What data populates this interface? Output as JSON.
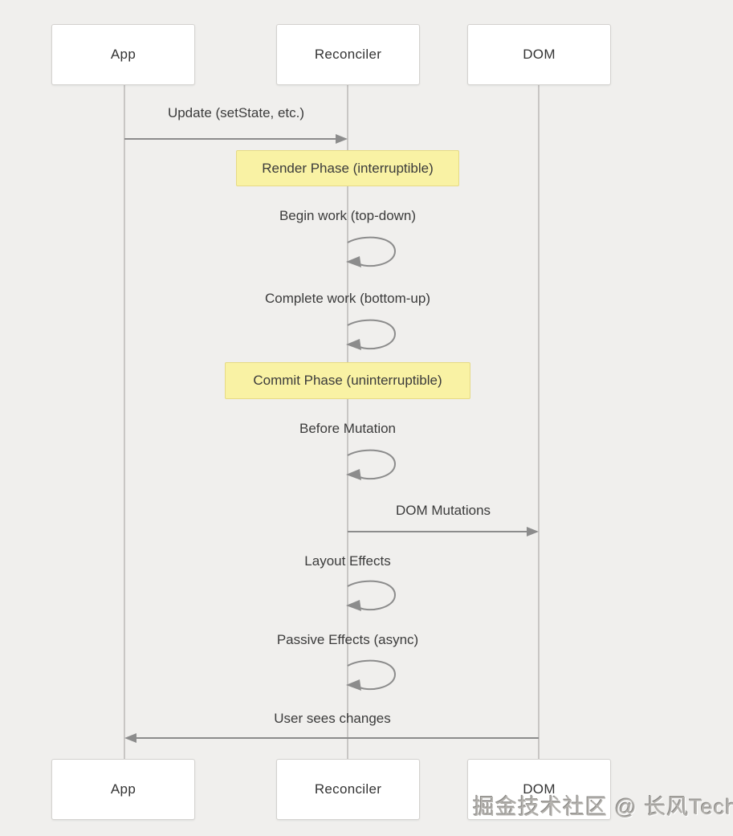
{
  "colors": {
    "background": "#f0efed",
    "actor_fill": "#ffffff",
    "actor_border": "#d4d2cf",
    "lifeline": "#c8c6c4",
    "arrow": "#8c8c8c",
    "text": "#3b3b3b",
    "note_fill": "#f9f2a4",
    "note_border": "#e6da85"
  },
  "actors": [
    {
      "label": "App"
    },
    {
      "label": "Reconciler"
    },
    {
      "label": "DOM"
    }
  ],
  "messages": [
    {
      "label": "Update (setState, etc.)",
      "from": "App",
      "to": "Reconciler",
      "type": "arrow"
    },
    {
      "label": "Begin work (top-down)",
      "from": "Reconciler",
      "to": "Reconciler",
      "type": "self-loop"
    },
    {
      "label": "Complete work (bottom-up)",
      "from": "Reconciler",
      "to": "Reconciler",
      "type": "self-loop"
    },
    {
      "label": "Before Mutation",
      "from": "Reconciler",
      "to": "Reconciler",
      "type": "self-loop"
    },
    {
      "label": "DOM Mutations",
      "from": "Reconciler",
      "to": "DOM",
      "type": "arrow"
    },
    {
      "label": "Layout Effects",
      "from": "Reconciler",
      "to": "Reconciler",
      "type": "self-loop"
    },
    {
      "label": "Passive Effects (async)",
      "from": "Reconciler",
      "to": "Reconciler",
      "type": "self-loop"
    },
    {
      "label": "User sees changes",
      "from": "DOM",
      "to": "App",
      "type": "arrow"
    }
  ],
  "notes": [
    {
      "label": "Render Phase (interruptible)"
    },
    {
      "label": "Commit Phase (uninterruptible)"
    }
  ],
  "watermark": {
    "text": "掘金技术社区 @ 长风Tech"
  }
}
